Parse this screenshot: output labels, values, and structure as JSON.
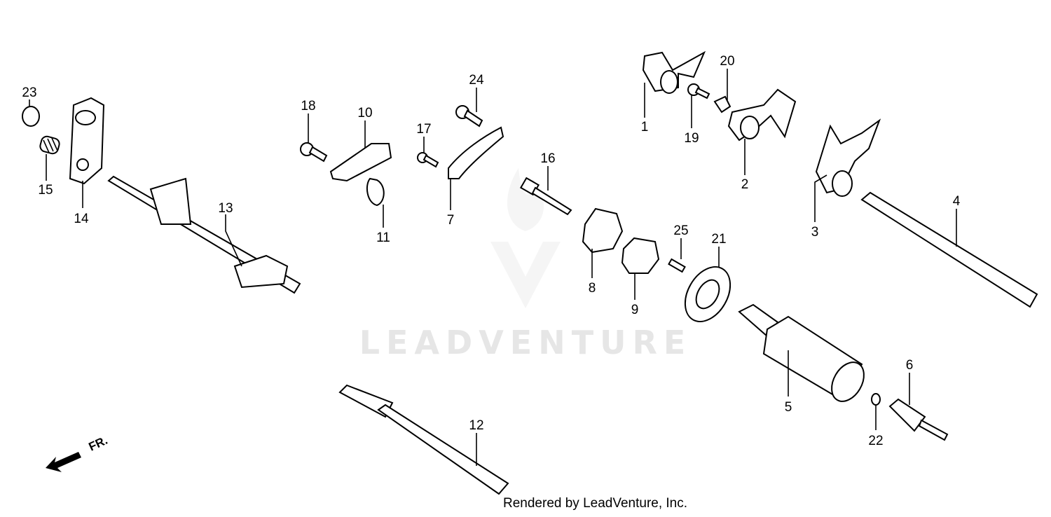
{
  "watermark": "LEADVENTURE",
  "footer": "Rendered by LeadVenture, Inc.",
  "direction_marker": "FR.",
  "callouts": {
    "c1": "1",
    "c2": "2",
    "c3": "3",
    "c4": "4",
    "c5": "5",
    "c6": "6",
    "c7": "7",
    "c8": "8",
    "c9": "9",
    "c10": "10",
    "c11": "11",
    "c12": "12",
    "c13": "13",
    "c14": "14",
    "c15": "15",
    "c16": "16",
    "c17": "17",
    "c18": "18",
    "c19": "19",
    "c20": "20",
    "c21": "21",
    "c22": "22",
    "c23": "23",
    "c24": "24",
    "c25": "25"
  }
}
